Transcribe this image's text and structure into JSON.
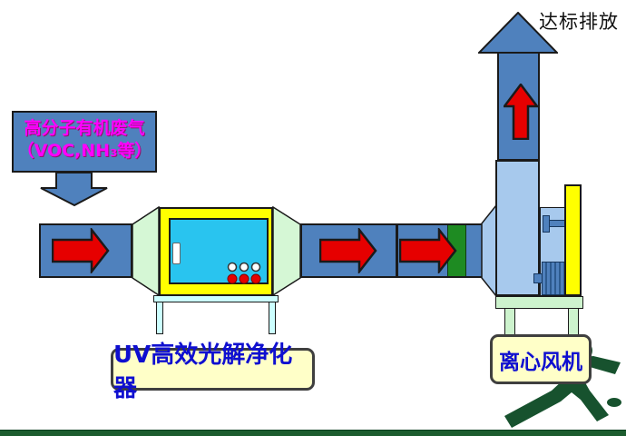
{
  "diagram": {
    "inlet_label_line1": "高分子有机废气",
    "inlet_label_line2": "（VOC,NH₃等）",
    "outlet_label": "达标排放",
    "purifier_label": "UV高效光解净化器",
    "fan_label": "离心风机"
  },
  "colors": {
    "duct_blue": "#4f81bd",
    "fan_light_blue": "#a7c9ed",
    "arrow_red": "#e60000",
    "unit_yellow": "#ffff00",
    "screen_cyan": "#29c4ef",
    "pale_green": "#d5f7d5",
    "pale_cyan": "#ccffff",
    "fan_stand_green": "#cdf3cd",
    "filter_green": "#1e8b22",
    "label_bg": "#ffffc8",
    "label_text_blue": "#0f0fd0",
    "gas_text_magenta": "#ff00ff",
    "silhouette_green": "#17522e",
    "ground_green": "#1c5c2e"
  }
}
